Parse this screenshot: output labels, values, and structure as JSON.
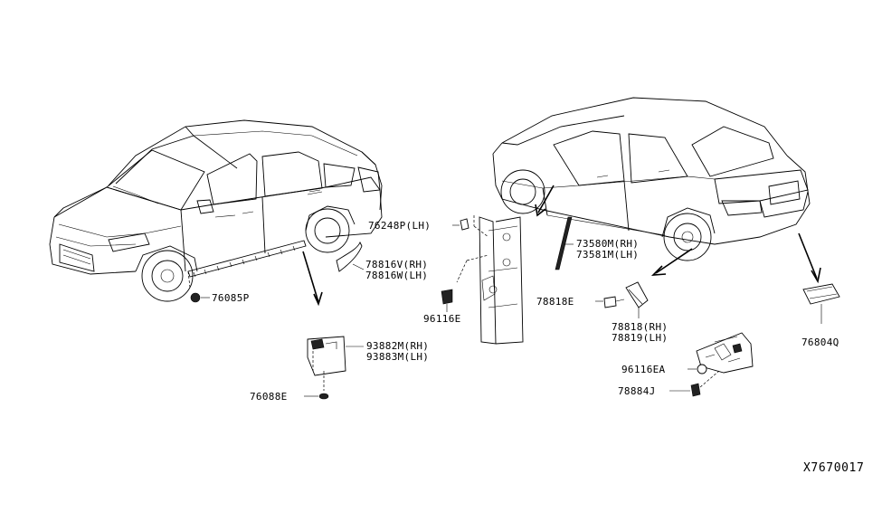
{
  "diagram_code": "X7670017",
  "parts": [
    {
      "id": "p76085P",
      "label": "76085P"
    },
    {
      "id": "p76088E",
      "label": "76088E"
    },
    {
      "id": "p93882M",
      "label": "93882M(RH)"
    },
    {
      "id": "p93883M",
      "label": "93883M(LH)"
    },
    {
      "id": "p78816V",
      "label": "78816V(RH)"
    },
    {
      "id": "p78816W",
      "label": "78816W(LH)"
    },
    {
      "id": "p76248P",
      "label": "76248P(LH)"
    },
    {
      "id": "p96116E",
      "label": "96116E"
    },
    {
      "id": "p73580M",
      "label": "73580M(RH)"
    },
    {
      "id": "p73581M",
      "label": "73581M(LH)"
    },
    {
      "id": "p78818E",
      "label": "78818E"
    },
    {
      "id": "p78818",
      "label": "78818(RH)"
    },
    {
      "id": "p78819",
      "label": "78819(LH)"
    },
    {
      "id": "p96116EA",
      "label": "96116EA"
    },
    {
      "id": "p78884J",
      "label": "78884J"
    },
    {
      "id": "p76804Q",
      "label": "76804Q"
    }
  ]
}
